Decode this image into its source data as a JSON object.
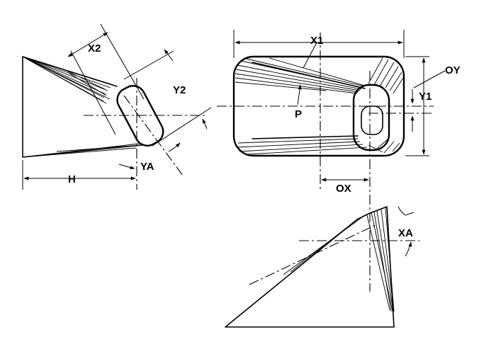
{
  "figure": {
    "labels": {
      "x2": "X2",
      "y2": "Y2",
      "h": "H",
      "ya": "YA",
      "x1": "X1",
      "oy": "OY",
      "y1": "Y1",
      "p": "P",
      "ox": "OX",
      "xa": "XA"
    }
  }
}
